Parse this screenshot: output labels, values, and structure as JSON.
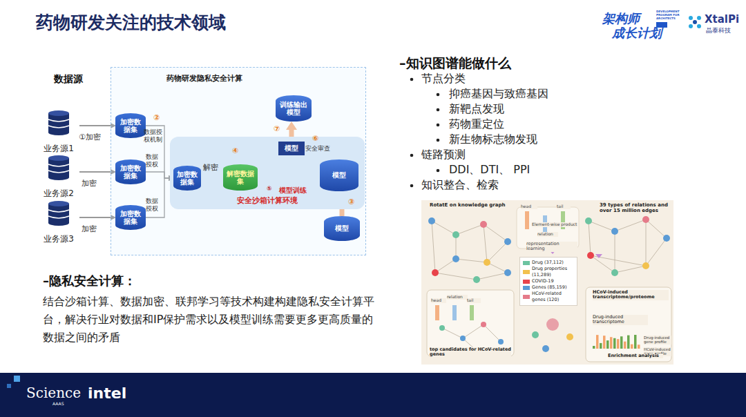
{
  "diagram": {
    "title": "药物研发关注的技术领域",
    "nodes": [
      {
        "text": [
          "药物研发隐私安全计算"
        ]
      },
      {
        "text": [
          "业务源1"
        ]
      },
      {
        "text": [
          "业务源2"
        ]
      },
      {
        "text": [
          "业务源3"
        ]
      },
      {
        "text": [
          "加密数据集"
        ],
        "in": 0
      },
      {
        "text": [
          "加密数据集"
        ],
        "in": 0
      },
      {
        "text": [
          "加密数据集"
        ],
        "in": 0
      },
      {
        "text": [
          "安全沙箱计算环境"
        ],
        "in": 0
      },
      {
        "text": [
          "加密数据集"
        ],
        "in": 7
      },
      {
        "text": [
          "解密数据集"
        ],
        "in": 7
      },
      {
        "text": [
          "模型训练"
        ],
        "in": 7
      },
      {
        "text": [
          "模型"
        ],
        "in": 7
      },
      {
        "text": [
          "模型"
        ],
        "in": 7
      },
      {
        "text": [
          "训练输出模型"
        ],
        "in": 0
      },
      {
        "text": [
          "模型"
        ],
        "in": 0
      }
    ],
    "edges": [
      {
        "from": 1,
        "to": 4,
        "arrow": "to"
      },
      {
        "from": 2,
        "to": 5,
        "arrow": "to"
      },
      {
        "from": 3,
        "to": 6,
        "arrow": "to"
      },
      {
        "from": 4,
        "to": 8,
        "arrow": "to"
      },
      {
        "from": 5,
        "to": 8,
        "arrow": "to"
      },
      {
        "from": 6,
        "to": 8,
        "arrow": "to"
      },
      {
        "from": 8,
        "to": 9,
        "arrow": "to"
      },
      {
        "from": 9,
        "to": 10,
        "arrow": "to"
      },
      {
        "from": 11,
        "to": 10,
        "arrow": "to"
      },
      {
        "from": 10,
        "to": 12,
        "arrow": "to"
      },
      {
        "from": 12,
        "to": 13,
        "arrow": "to"
      },
      {
        "from": 14,
        "to": 11,
        "arrow": "to"
      }
    ],
    "labels": [
      "数据源",
      "①加密",
      "加密",
      "加密",
      "②",
      "数据授权机制",
      "数据授权",
      "数据授权",
      "④",
      "解密",
      "⑤",
      "⑥",
      "安全审查",
      "⑦",
      "③",
      "–隐私安全计算：",
      "结合沙箱计算、数据加密、联邦学习等技术构建构建隐私安全计算平台，解决行业对数据和IP保护需求以及模型训练需要更多更高质量的数据之间的矛盾",
      "–知识图谱能做什么",
      "节点分类",
      "抑癌基因与致癌基因",
      "新靶点发现",
      "药物重定位",
      "新生物标志物发现",
      "链路预测",
      "DDI、DTI、 PPI",
      "知识整合、检索",
      "RotatE on knowledge graph",
      "head",
      "relation",
      "tail",
      "Element-wise product",
      "representation learning",
      "39 types of relations and over 15 million edges",
      "head",
      "relation",
      "tail",
      "top candidates for HCoV-related genes",
      "HCoV-induced transcriptome/proteome",
      "Drug-induced transcriptome",
      "Drug-induced gene profile",
      "HCoV-induced gene profile",
      "Enrichment analysis",
      "架构师",
      "成长计划",
      "XtalPi",
      "晶泰科技",
      "Science",
      "AAAS",
      "intel",
      "DEVELOPMENT PROGRAM FOR ARCHITECTS"
    ],
    "legend": [
      {
        "text": "Drug (37,112)",
        "color": "#6cc3a0"
      },
      {
        "text": "Drug properties (11,289)",
        "color": "#f2c14e"
      },
      {
        "text": "COVID-19",
        "color": "#e8434b"
      },
      {
        "text": "Genes (85,159)",
        "color": "#5b9bd5"
      },
      {
        "text": "HCoV-related genes (120)",
        "color": "#e57b8a"
      }
    ]
  }
}
